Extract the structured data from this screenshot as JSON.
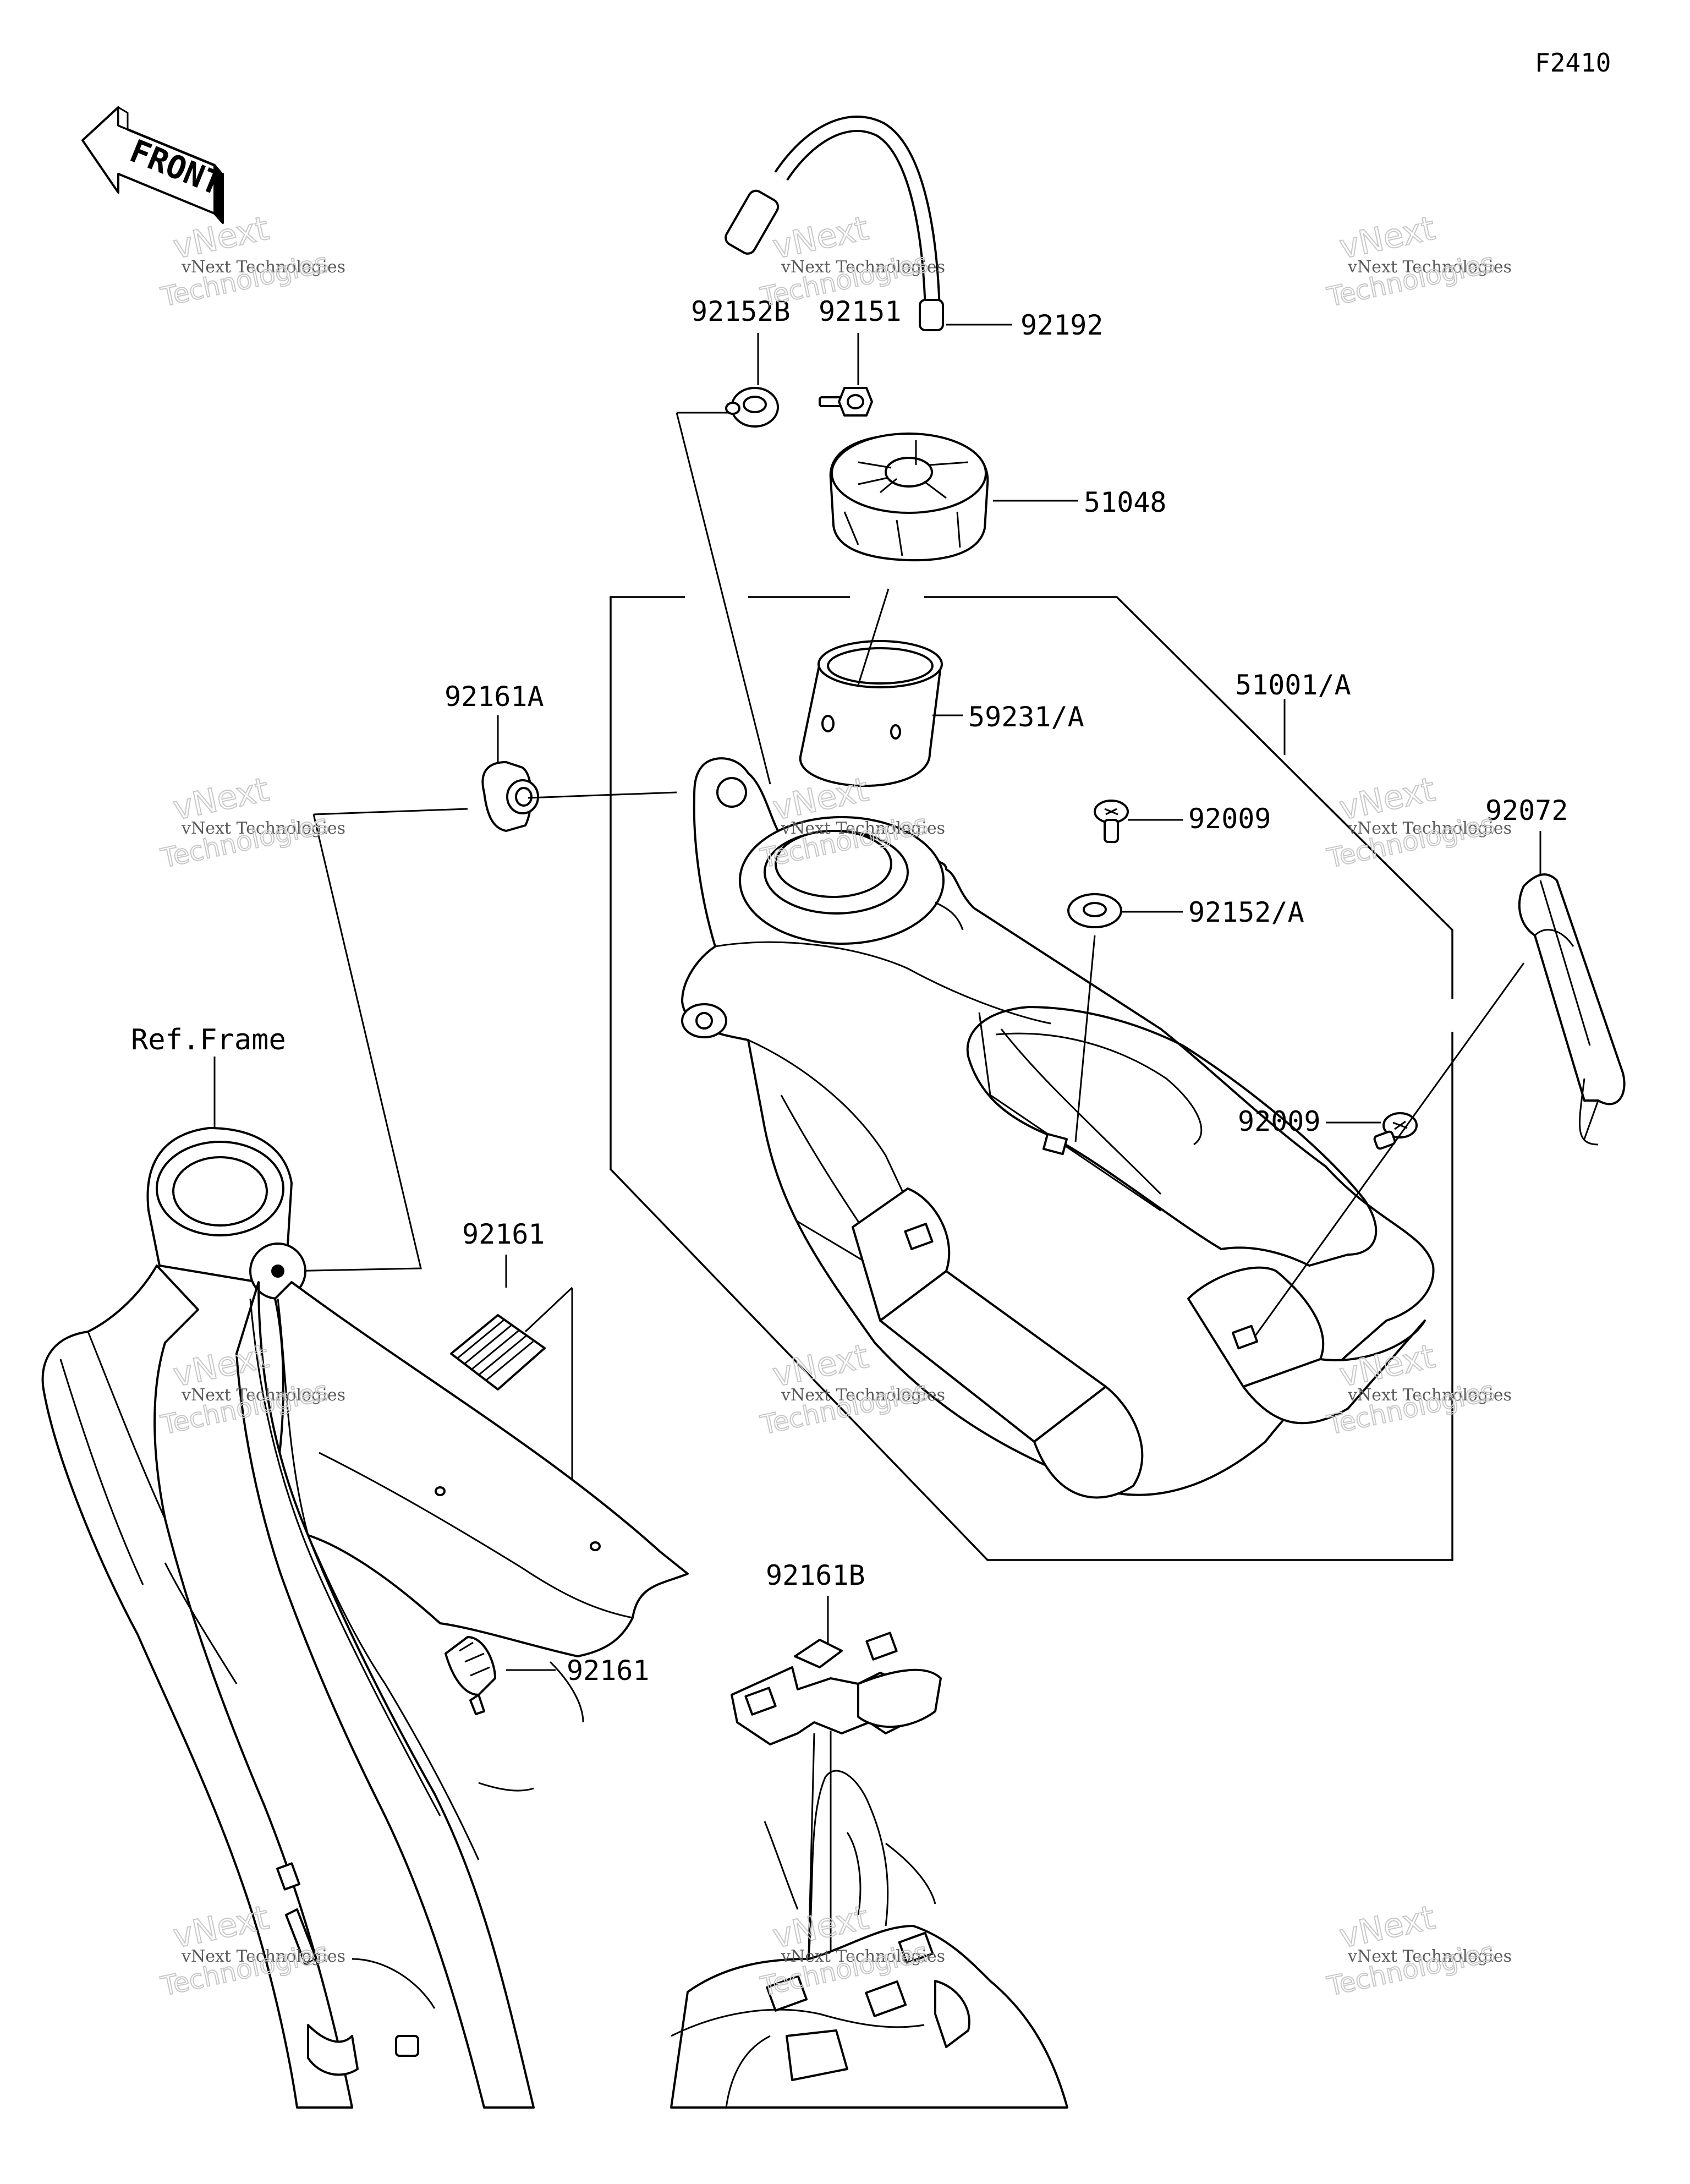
{
  "diagram": {
    "figure_code": "F2410",
    "front_arrow_text": "FRONT",
    "reference_label": "Ref.Frame",
    "watermark": {
      "line1": "vNext Technologies",
      "line2": "vNext",
      "line3": "Technologies"
    },
    "callouts": [
      {
        "id": "c1",
        "label": "92152B"
      },
      {
        "id": "c2",
        "label": "92151"
      },
      {
        "id": "c3",
        "label": "92192"
      },
      {
        "id": "c4",
        "label": "51048"
      },
      {
        "id": "c5",
        "label": "59231/A"
      },
      {
        "id": "c6",
        "label": "51001/A"
      },
      {
        "id": "c7",
        "label": "92161A"
      },
      {
        "id": "c8",
        "label": "92009"
      },
      {
        "id": "c9",
        "label": "92152/A"
      },
      {
        "id": "c10",
        "label": "92072"
      },
      {
        "id": "c11",
        "label": "92009"
      },
      {
        "id": "c12",
        "label": "92161"
      },
      {
        "id": "c13",
        "label": "92161B"
      },
      {
        "id": "c14",
        "label": "92161"
      }
    ]
  }
}
